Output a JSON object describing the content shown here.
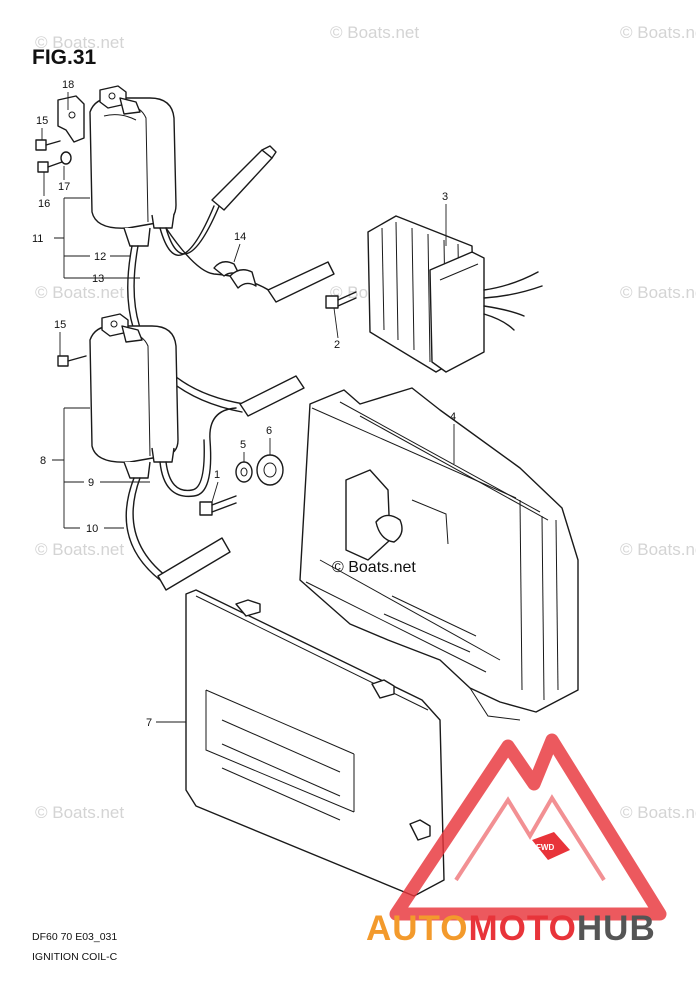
{
  "figure": {
    "title": "FIG.31",
    "code": "DF60 70 E03_031",
    "name": "IGNITION COIL-C"
  },
  "watermark": "© Boats.net",
  "center_watermark": "© Boats.net",
  "logo": {
    "text_auto": "AUTO",
    "text_moto": "MOTO",
    "text_hub": "HUB",
    "badge": "FWD"
  },
  "colors": {
    "logo_red": "#e8343a",
    "logo_orange": "#f39a2c",
    "logo_gray": "#555555"
  },
  "callouts": {
    "c1": "1",
    "c2": "2",
    "c3": "3",
    "c4": "4",
    "c5": "5",
    "c6": "6",
    "c7": "7",
    "c8": "8",
    "c9": "9",
    "c10": "10",
    "c11": "11",
    "c12": "12",
    "c13": "13",
    "c14": "14",
    "c15a": "15",
    "c15b": "15",
    "c16": "16",
    "c17": "17",
    "c18": "18"
  }
}
